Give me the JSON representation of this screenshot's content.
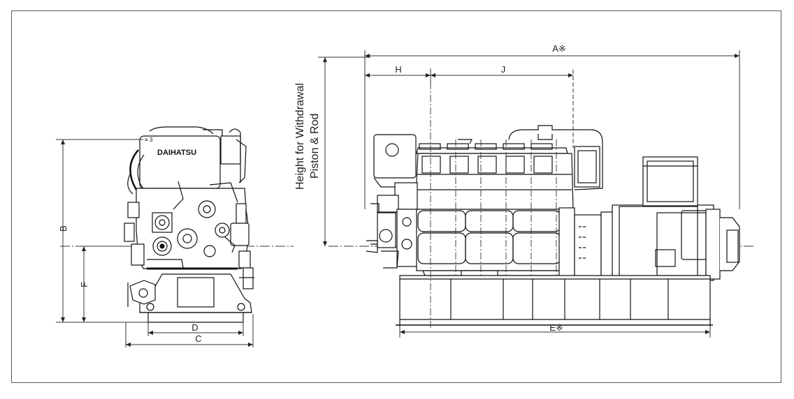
{
  "diagram": {
    "dimensions": {
      "A": "A※",
      "B": "B",
      "C": "C",
      "D": "D",
      "E": "E※",
      "F": "F",
      "H": "H",
      "J": "J"
    },
    "height_label_line1": "Height for Withdrawal",
    "height_label_line2": "Piston & Rod",
    "brand": "DAIHATSU",
    "plate_text": "≡ 3"
  }
}
